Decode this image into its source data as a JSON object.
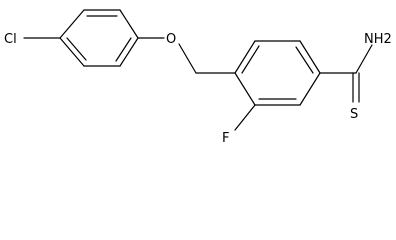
{
  "molecule": {
    "atoms": {
      "chlorine": "Cl",
      "oxygen": "O",
      "fluorine": "F",
      "amine": "NH2",
      "sulfur": "S"
    }
  },
  "colors": {
    "bond": "#000000",
    "background": "#ffffff"
  }
}
